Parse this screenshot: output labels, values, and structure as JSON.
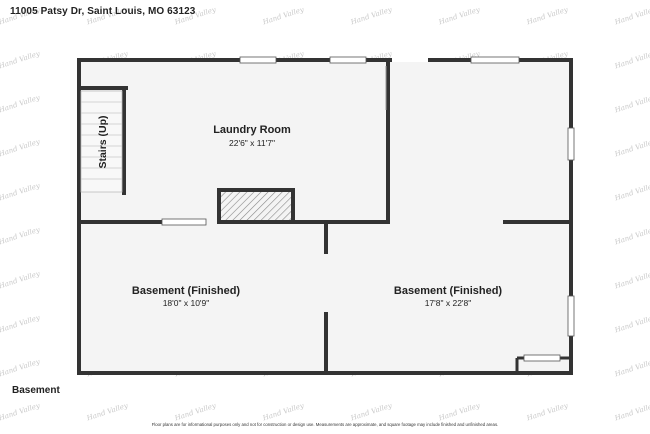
{
  "header": {
    "address": "11005 Patsy Dr, Saint Louis, MO 63123"
  },
  "footer": {
    "level": "Basement",
    "disclaimer": "Floor plans are for informational purposes only and not for construction or design use. Measurements are approximate, and square footage may include finished and unfinished areas."
  },
  "watermark": {
    "text": "Hand Valley"
  },
  "rooms": {
    "laundry": {
      "name": "Laundry Room",
      "dims": "22'6\" x 11'7\""
    },
    "basement_left": {
      "name": "Basement (Finished)",
      "dims": "18'0\" x 10'9\""
    },
    "basement_right": {
      "name": "Basement (Finished)",
      "dims": "17'8\" x 22'8\""
    },
    "stairs": {
      "label": "Stairs (Up)"
    }
  },
  "colors": {
    "wall": "#333333",
    "floor": "#f4f4f4",
    "window": "#ffffff",
    "hatch": "#888888"
  }
}
